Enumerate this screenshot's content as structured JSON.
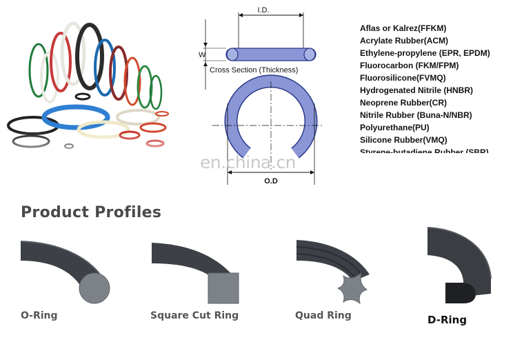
{
  "diagram": {
    "id_label": "I.D.",
    "w_label": "W",
    "cross_section_label": "Cross Section (Thickness)",
    "od_label": "O.D"
  },
  "materials": [
    "Aflas or Kalrez(FFKM)",
    "Acrylate Rubber(ACM)",
    "Ethylene-propylene (EPR, EPDM)",
    "Fluorocarbon (FKM/FPM)",
    "Fluorosilicone(FVMQ)",
    "Hydrogenated Nitrile (HNBR)",
    "Neoprene Rubber(CR)",
    "Nitrile Rubber (Buna-N/NBR)",
    "Polyurethane(PU)",
    "Silicone Rubber(VMQ)",
    "Styrene-butadiene Rubber (SBR)"
  ],
  "watermark": "en.china.cn",
  "section_title": "Product Profiles",
  "profiles": [
    {
      "label": "O-Ring"
    },
    {
      "label": "Square Cut Ring"
    },
    {
      "label": "Quad Ring"
    },
    {
      "label": "D-Ring"
    }
  ],
  "colors": {
    "ring_blue": "#8a96d6",
    "ring_outline": "#2b3a8a",
    "profile_dark": "#3d4147",
    "profile_face": "#7d8288",
    "title_gray": "#4a4a4a"
  }
}
